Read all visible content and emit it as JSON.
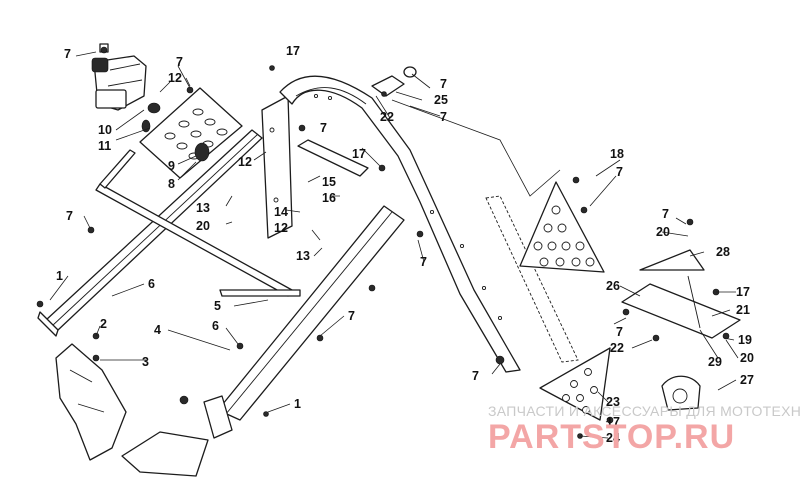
{
  "callouts": [
    {
      "id": "c7a",
      "text": "7"
    },
    {
      "id": "c17a",
      "text": "17"
    },
    {
      "id": "c7b",
      "text": "7"
    },
    {
      "id": "c12a",
      "text": "12"
    },
    {
      "id": "c10",
      "text": "10"
    },
    {
      "id": "c11",
      "text": "11"
    },
    {
      "id": "c9",
      "text": "9"
    },
    {
      "id": "c8",
      "text": "8"
    },
    {
      "id": "c12b",
      "text": "12"
    },
    {
      "id": "c7c",
      "text": "7"
    },
    {
      "id": "c25",
      "text": "25"
    },
    {
      "id": "c22a",
      "text": "22"
    },
    {
      "id": "c7d",
      "text": "7"
    },
    {
      "id": "c7e",
      "text": "7"
    },
    {
      "id": "c17b",
      "text": "17"
    },
    {
      "id": "c15",
      "text": "15"
    },
    {
      "id": "c16",
      "text": "16"
    },
    {
      "id": "c18",
      "text": "18"
    },
    {
      "id": "c7f",
      "text": "7"
    },
    {
      "id": "c13a",
      "text": "13"
    },
    {
      "id": "c20a",
      "text": "20"
    },
    {
      "id": "c14",
      "text": "14"
    },
    {
      "id": "c12c",
      "text": "12"
    },
    {
      "id": "c13b",
      "text": "13"
    },
    {
      "id": "c7g",
      "text": "7"
    },
    {
      "id": "c7h",
      "text": "7"
    },
    {
      "id": "c7i",
      "text": "7"
    },
    {
      "id": "c20b",
      "text": "20"
    },
    {
      "id": "c28",
      "text": "28"
    },
    {
      "id": "c1a",
      "text": "1"
    },
    {
      "id": "c6a",
      "text": "6"
    },
    {
      "id": "c26",
      "text": "26"
    },
    {
      "id": "c17c",
      "text": "17"
    },
    {
      "id": "c5",
      "text": "5"
    },
    {
      "id": "c21",
      "text": "21"
    },
    {
      "id": "c2",
      "text": "2"
    },
    {
      "id": "c6b",
      "text": "6"
    },
    {
      "id": "c7j",
      "text": "7"
    },
    {
      "id": "c4",
      "text": "4"
    },
    {
      "id": "c7k",
      "text": "7"
    },
    {
      "id": "c19",
      "text": "19"
    },
    {
      "id": "c22b",
      "text": "22"
    },
    {
      "id": "c3",
      "text": "3"
    },
    {
      "id": "c29",
      "text": "29"
    },
    {
      "id": "c20c",
      "text": "20"
    },
    {
      "id": "c7l",
      "text": "7"
    },
    {
      "id": "c27",
      "text": "27"
    },
    {
      "id": "c1b",
      "text": "1"
    },
    {
      "id": "c23",
      "text": "23"
    },
    {
      "id": "c17d",
      "text": "17"
    },
    {
      "id": "c24",
      "text": "24"
    }
  ],
  "watermark": {
    "top_text": "ЗАПЧАСТИ И АКСЕССУАРЫ ДЛЯ МОТОТЕХНИКИ",
    "brand_text": "PARTSTOP.RU"
  }
}
